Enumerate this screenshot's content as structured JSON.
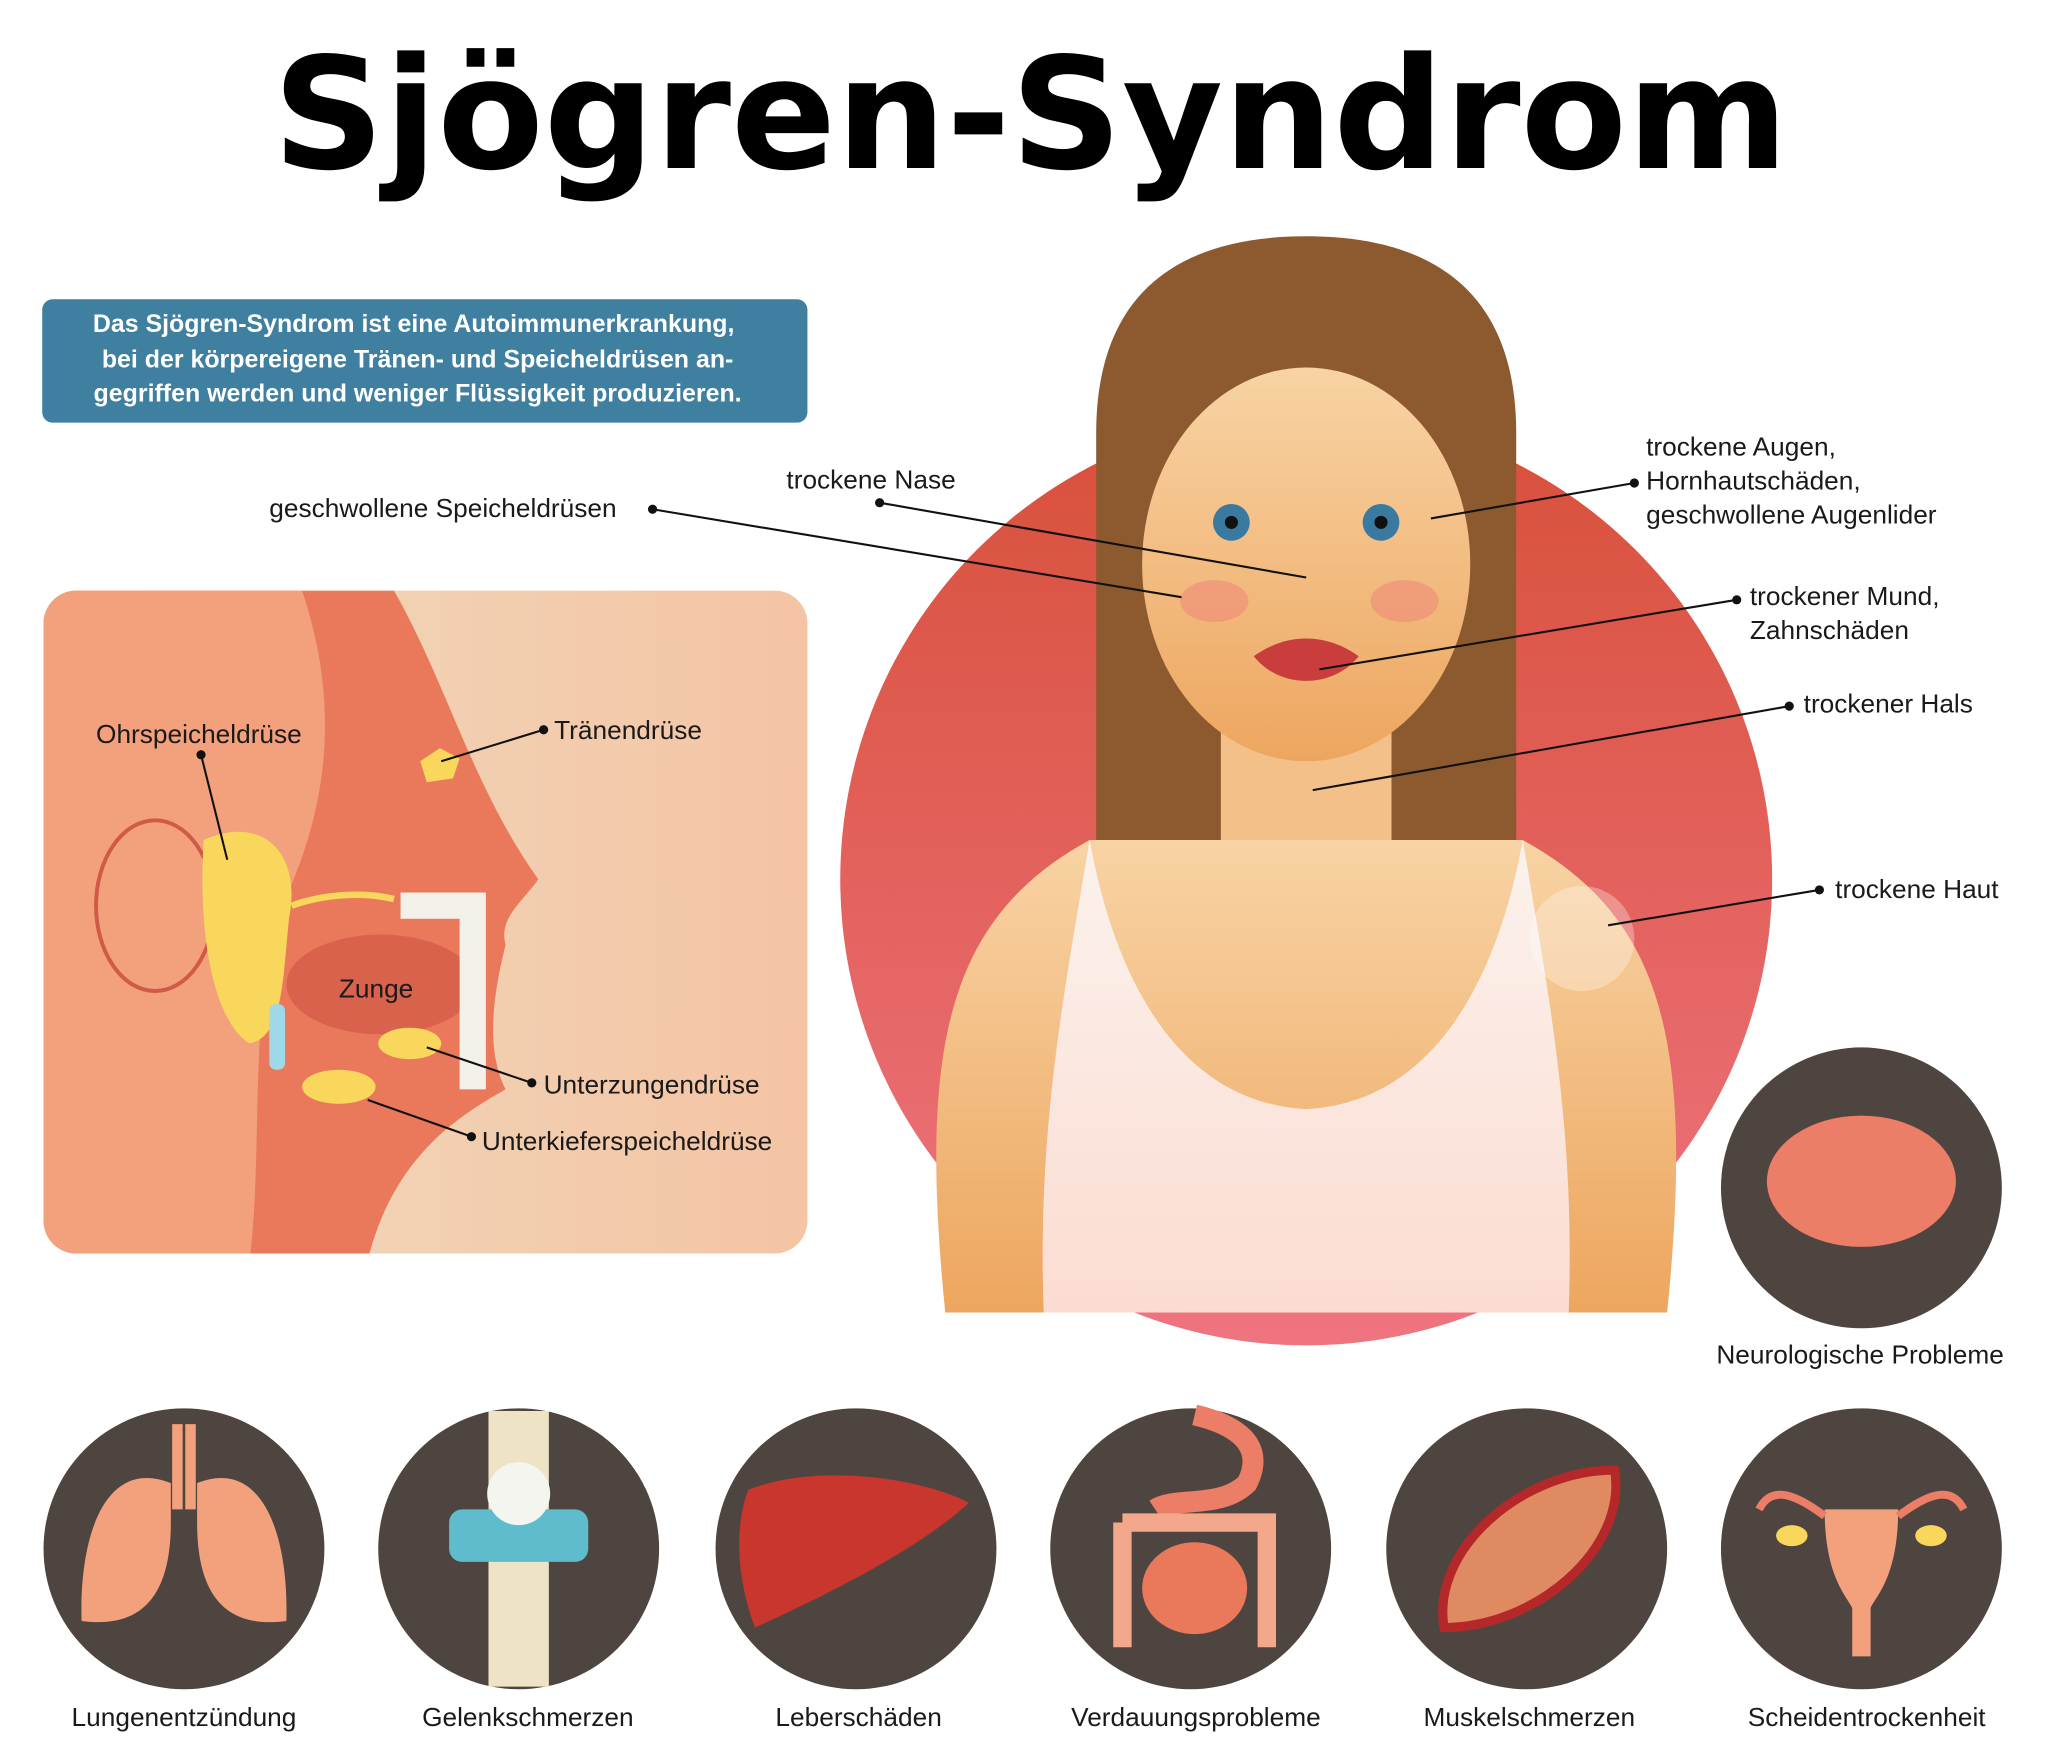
{
  "title": "Sjögren-Syndrom",
  "info_box": {
    "lines": [
      "Das Sjögren-Syndrom ist eine Autoimmunerkrankung,",
      "bei der körpereigene Tränen- und Speicheldrüsen an-",
      "gegriffen werden und weniger Flüssigkeit produzieren."
    ],
    "color": "#3f7fa0"
  },
  "head_panel": {
    "labels": {
      "parotid": "Ohrspeicheldrüse",
      "lacrimal": "Tränendrüse",
      "tongue": "Zunge",
      "sublingual": "Unterzungendrüse",
      "submandibular": "Unterkieferspeicheldrüse"
    }
  },
  "face_callouts": {
    "salivary": "geschwollene Speicheldrüsen",
    "nose": "trockene Nase",
    "eyes": [
      "trockene Augen,",
      "Hornhautschäden,",
      "geschwollene Augenlider"
    ],
    "mouth": [
      "trockener Mund,",
      "Zahnschäden"
    ],
    "throat": "trockener Hals",
    "skin": "trockene Haut"
  },
  "organs": [
    {
      "label": "Neurologische Probleme",
      "icon": "brain-icon"
    },
    {
      "label": "Lungenentzündung",
      "icon": "lungs-icon"
    },
    {
      "label": "Gelenkschmerzen",
      "icon": "knee-joint-icon"
    },
    {
      "label": "Leberschäden",
      "icon": "liver-icon"
    },
    {
      "label": "Verdauungsprobleme",
      "icon": "intestine-icon"
    },
    {
      "label": "Muskelschmerzen",
      "icon": "muscle-icon"
    },
    {
      "label": "Scheidentrockenheit",
      "icon": "uterus-icon"
    }
  ]
}
